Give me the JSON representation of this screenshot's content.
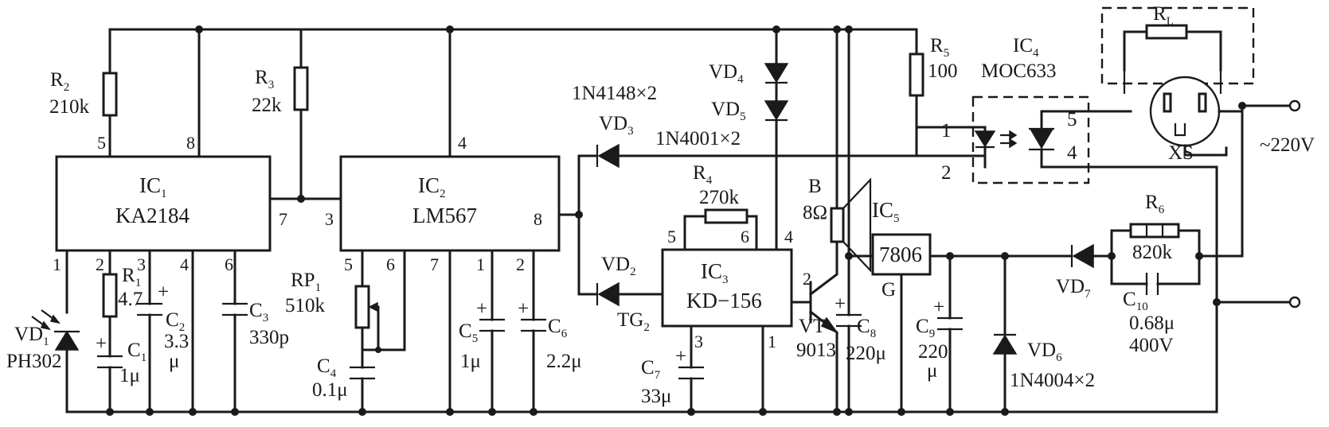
{
  "ic1": {
    "name": "IC",
    "sub": "1",
    "part": "KA2184",
    "pins": [
      "1",
      "2",
      "3",
      "4",
      "5",
      "6",
      "7",
      "8"
    ]
  },
  "ic2": {
    "name": "IC",
    "sub": "2",
    "part": "LM567",
    "pins": [
      "1",
      "2",
      "3",
      "4",
      "5",
      "6",
      "7",
      "8"
    ]
  },
  "ic3": {
    "name": "IC",
    "sub": "3",
    "part": "KD−156",
    "pins": [
      "1",
      "2",
      "3",
      "4",
      "5",
      "6"
    ]
  },
  "ic4": {
    "name": "IC",
    "sub": "4",
    "part": "MOC633",
    "pins": [
      "1",
      "2",
      "4",
      "5"
    ]
  },
  "ic5": {
    "name": "IC",
    "sub": "5",
    "part": "7806",
    "pin_g": "G"
  },
  "r1": {
    "name": "R",
    "sub": "1",
    "value": "4.7"
  },
  "r2": {
    "name": "R",
    "sub": "2",
    "value": "210k"
  },
  "r3": {
    "name": "R",
    "sub": "3",
    "value": "22k"
  },
  "r4": {
    "name": "R",
    "sub": "4",
    "value": "270k"
  },
  "r5": {
    "name": "R",
    "sub": "5",
    "value": "100"
  },
  "r6": {
    "name": "R",
    "sub": "6",
    "value": "820k"
  },
  "rl": {
    "name": "R",
    "sub": "L"
  },
  "rp1": {
    "name": "RP",
    "sub": "1",
    "value": "510k"
  },
  "c1": {
    "name": "C",
    "sub": "1",
    "value": "1μ"
  },
  "c2": {
    "name": "C",
    "sub": "2",
    "value_line1": "3.3",
    "value_line2": "μ"
  },
  "c3": {
    "name": "C",
    "sub": "3",
    "value": "330p"
  },
  "c4": {
    "name": "C",
    "sub": "4",
    "value": "0.1μ"
  },
  "c5": {
    "name": "C",
    "sub": "5",
    "value": "1μ"
  },
  "c6": {
    "name": "C",
    "sub": "6",
    "value": "2.2μ"
  },
  "c7": {
    "name": "C",
    "sub": "7",
    "value": "33μ"
  },
  "c8": {
    "name": "C",
    "sub": "8",
    "value": "220μ"
  },
  "c9": {
    "name": "C",
    "sub": "9",
    "value_line1": "220",
    "value_line2": "μ"
  },
  "c10": {
    "name": "C",
    "sub": "10",
    "value_line1": "0.68μ",
    "value_line2": "400V"
  },
  "vd1": {
    "name": "VD",
    "sub": "1",
    "part": "PH302"
  },
  "vd2": {
    "name": "VD",
    "sub": "2"
  },
  "vd3": {
    "name": "VD",
    "sub": "3"
  },
  "vd4": {
    "name": "VD",
    "sub": "4"
  },
  "vd5": {
    "name": "VD",
    "sub": "5"
  },
  "vd6": {
    "name": "VD",
    "sub": "6"
  },
  "vd7": {
    "name": "VD",
    "sub": "7"
  },
  "note_1n4148": "1N4148×2",
  "note_1n4001": "1N4001×2",
  "note_1n4004": "1N4004×2",
  "tg2": {
    "name": "TG",
    "sub": "2"
  },
  "speaker": {
    "name": "B",
    "value": "8Ω"
  },
  "transistor": {
    "name": "VT",
    "part": "9013"
  },
  "socket": {
    "name": "XS"
  },
  "mains": "~220V",
  "plus": "+",
  "colors": {
    "ink": "#1a1a1a",
    "paper": "#ffffff"
  }
}
